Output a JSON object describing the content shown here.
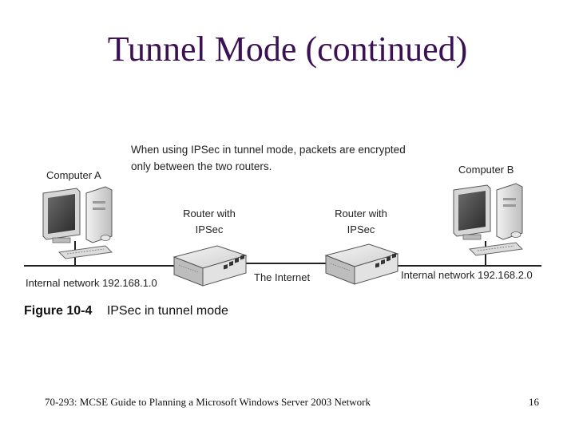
{
  "slide": {
    "title": "Tunnel Mode (continued)",
    "footer_left": "70-293: MCSE Guide to Planning a Microsoft Windows Server 2003 Network",
    "page_number": "16"
  },
  "figure": {
    "description_line1": "When using IPSec in tunnel mode, packets are encrypted",
    "description_line2": "only between the two routers.",
    "computer_a": "Computer A",
    "computer_b": "Computer B",
    "router_line1": "Router with",
    "router_line2": "IPSec",
    "internal_network_left": "Internal network 192.168.1.0",
    "internet": "The Internet",
    "internal_network_right": "Internal network 192.168.2.0",
    "caption_number": "Figure 10-4",
    "caption_text": "IPSec in tunnel mode"
  }
}
